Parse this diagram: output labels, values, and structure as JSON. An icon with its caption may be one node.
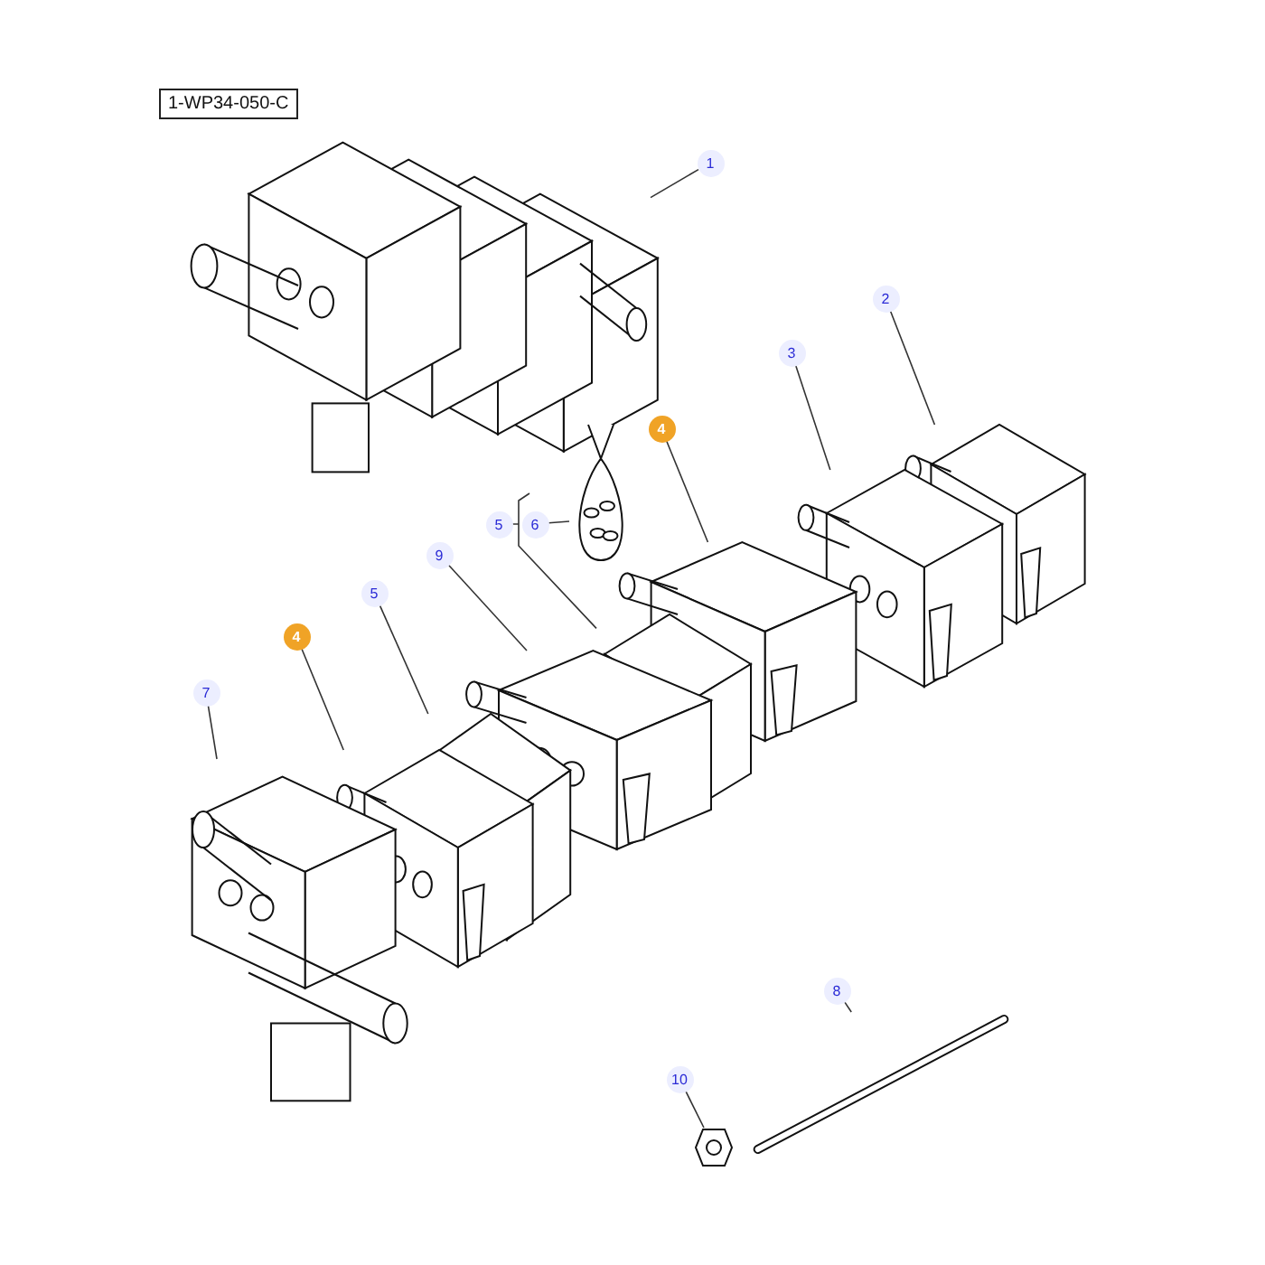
{
  "diagram": {
    "nodes": [
      {
        "text": [
          "1"
        ]
      },
      {
        "text": [
          "2"
        ]
      },
      {
        "text": [
          "3"
        ]
      },
      {
        "text": [
          "4"
        ]
      },
      {
        "text": [
          "6"
        ]
      },
      {
        "text": [
          "5"
        ]
      },
      {
        "text": [
          "9"
        ]
      },
      {
        "text": [
          "5"
        ]
      },
      {
        "text": [
          "4"
        ]
      },
      {
        "text": [
          "7"
        ]
      },
      {
        "text": [
          "8"
        ]
      },
      {
        "text": [
          "10"
        ]
      },
      {
        "text": [],
        "shape": "picture"
      },
      {
        "text": [],
        "shape": "picture"
      },
      {
        "text": [],
        "shape": "picture"
      },
      {
        "text": [],
        "shape": "picture"
      },
      {
        "text": [],
        "shape": "picture"
      },
      {
        "text": [],
        "shape": "picture"
      },
      {
        "text": [],
        "shape": "picture"
      },
      {
        "text": [],
        "shape": "picture"
      },
      {
        "text": [],
        "shape": "picture"
      },
      {
        "text": [],
        "shape": "picture"
      },
      {
        "text": [],
        "shape": "picture"
      },
      {
        "text": [],
        "shape": "picture"
      }
    ],
    "edges": [
      {
        "from": 0,
        "to": 12,
        "arrow": "none"
      },
      {
        "from": 1,
        "to": 13,
        "arrow": "none"
      },
      {
        "from": 2,
        "to": 14,
        "arrow": "none"
      },
      {
        "from": 3,
        "to": 15,
        "arrow": "none"
      },
      {
        "from": 4,
        "to": 16,
        "arrow": "none"
      },
      {
        "from": 5,
        "to": 17,
        "arrow": "none"
      },
      {
        "from": 6,
        "to": 18,
        "arrow": "none"
      },
      {
        "from": 7,
        "to": 19,
        "arrow": "none"
      },
      {
        "from": 8,
        "to": 20,
        "arrow": "none"
      },
      {
        "from": 9,
        "to": 21,
        "arrow": "none"
      },
      {
        "from": 10,
        "to": 22,
        "arrow": "none"
      },
      {
        "from": 11,
        "to": 23,
        "arrow": "none"
      }
    ],
    "labels": [
      "1-WP34-050-C"
    ]
  }
}
